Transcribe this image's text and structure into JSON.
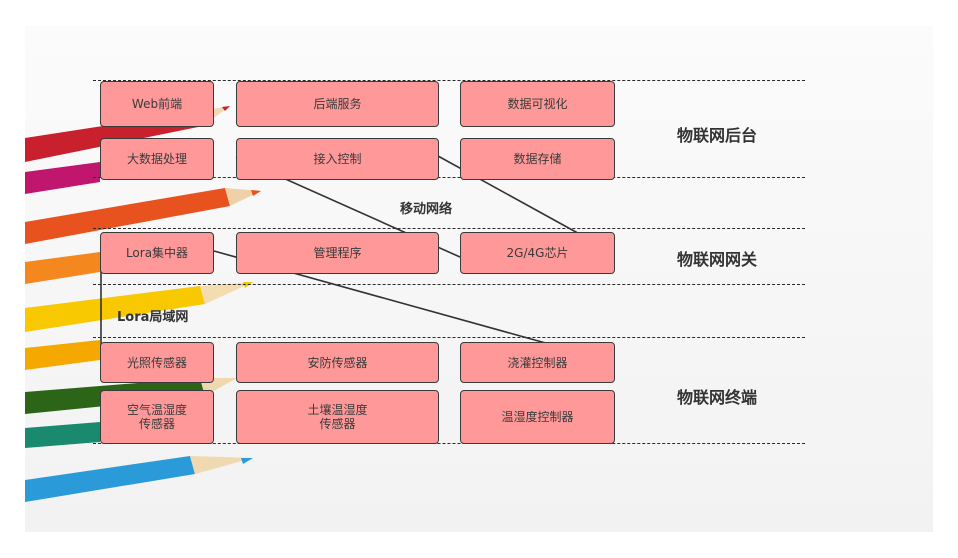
{
  "layers": {
    "backend": "物联网后台",
    "gateway": "物联网网关",
    "terminal": "物联网终端"
  },
  "networks": {
    "mobile": "移动网络",
    "lora": "Lora局域网"
  },
  "boxes": {
    "web_frontend": "Web前端",
    "backend_service": "后端服务",
    "data_visualization": "数据可视化",
    "big_data": "大数据处理",
    "access_control": "接入控制",
    "data_storage": "数据存储",
    "lora_concentrator": "Lora集中器",
    "management_program": "管理程序",
    "chip_2g4g": "2G/4G芯片",
    "light_sensor": "光照传感器",
    "security_sensor": "安防传感器",
    "irrigation_controller": "浇灌控制器",
    "air_sensor": "空气温湿度\n传感器",
    "soil_sensor": "土壤温湿度\n传感器",
    "temp_controller": "温湿度控制器"
  },
  "colors": {
    "box_fill": "#ff9999",
    "box_border": "#3a3a3a"
  }
}
